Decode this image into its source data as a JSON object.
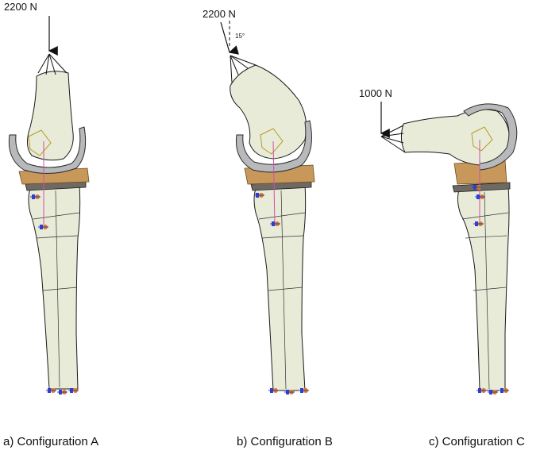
{
  "configurations": [
    {
      "id": "A",
      "caption": "a) Configuration A",
      "load_label": "2200 N"
    },
    {
      "id": "B",
      "caption": "b) Configuration B",
      "load_label": "2200 N",
      "load_angle_label": "15°"
    },
    {
      "id": "C",
      "caption": "c) Configuration C",
      "load_label": "1000 N"
    }
  ],
  "colors": {
    "bone_fill": "#e9ebd9",
    "bone_outline": "#1a1a1a",
    "component_metal": "#b7b9bb",
    "insert_polymer": "#c8985b",
    "tibial_tray": "#6e6a63",
    "constraint_blue": "#2b3fd0",
    "constraint_orange": "#e07a1a",
    "wire_pink": "#d050a8"
  }
}
